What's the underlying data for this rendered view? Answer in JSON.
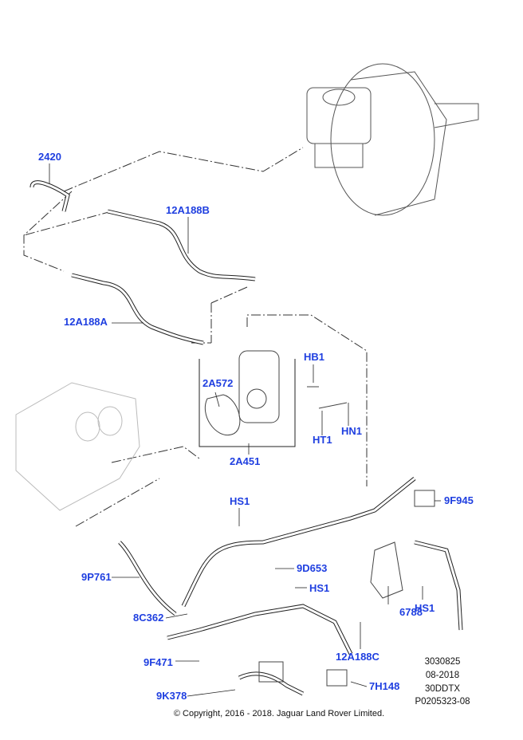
{
  "callouts": {
    "c2420": "2420",
    "c12A188B": "12A188B",
    "c12A188A": "12A188A",
    "cHB1": "HB1",
    "c2A572": "2A572",
    "cHN1": "HN1",
    "cHT1": "HT1",
    "c2A451": "2A451",
    "c9F945": "9F945",
    "cHS1a": "HS1",
    "c9D653": "9D653",
    "c9P761": "9P761",
    "cHS1b": "HS1",
    "c6788": "6788",
    "cHS1c": "HS1",
    "c8C362": "8C362",
    "c12A188C": "12A188C",
    "c9F471": "9F471",
    "c9K378": "9K378",
    "c7H148": "7H148"
  },
  "info": {
    "illustration_number": "3030825",
    "date": "08-2018",
    "model_code": "30DDTX",
    "part_ref": "P0205323-08"
  },
  "copyright": "© Copyright, 2016 - 2018. Jaguar Land Rover Limited.",
  "colors": {
    "callout": "#1f3fe0",
    "line": "#222222"
  }
}
